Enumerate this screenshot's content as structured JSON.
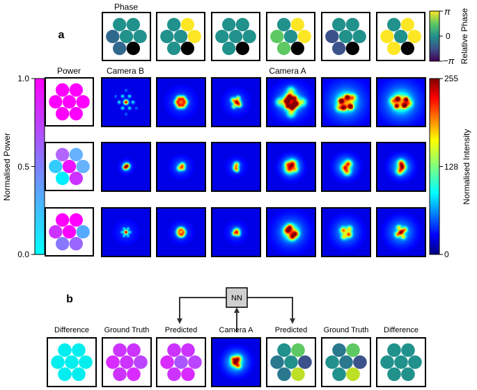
{
  "panel_a": {
    "label": "a",
    "phase_label": "Phase",
    "power_label": "Power",
    "camera_b_label": "Camera B",
    "camera_a_label": "Camera A",
    "phase_rows": [
      [
        "#21918c",
        "#21918c",
        "#21918c",
        "#21918c",
        "#21918c",
        "#21918c",
        "#21918c"
      ],
      [
        "#21918c",
        "#fde725",
        "#21918c",
        "#fde725",
        "#21918c",
        "#fde725",
        "#21918c"
      ],
      [
        "#31688e",
        "#21918c",
        "#21918c",
        "#5ec962",
        "#3b528b",
        "#fde725",
        "#21918c"
      ],
      [
        "#21918c",
        "#21918c",
        "#21918c",
        "#21918c",
        "#21918c",
        "#21918c",
        "#21918c"
      ],
      [
        "#21918c",
        "#fde725",
        "#21918c",
        "#fde725",
        "#21918c",
        "#fde725",
        "#21918c"
      ],
      [
        "#31688e",
        "#21918c",
        "#21918c",
        "#5ec962",
        "#3b528b",
        "#fde725",
        "#21918c"
      ]
    ],
    "power_rows": [
      [
        "#ff00ff",
        "#ff00ff",
        "#ff00ff",
        "#ff00ff",
        "#ff00ff",
        "#ff00ff",
        "#ff00ff"
      ],
      [
        "#b266ff",
        "#66b2ff",
        "#33ccff",
        "#ee11ff",
        "#66b2ff",
        "#00eeff",
        "#cc33ff"
      ],
      [
        "#ff00ff",
        "#ff00ff",
        "#cc33ff",
        "#ff00ff",
        "#55aaff",
        "#8877ff",
        "#9966ff"
      ]
    ],
    "intensity_images": [
      [
        {
          "blobs": [
            [
              0,
              0,
              0.07,
              1.0
            ],
            [
              0.3,
              0,
              0.05,
              0.35
            ],
            [
              -0.3,
              0,
              0.05,
              0.35
            ],
            [
              0.15,
              0.26,
              0.05,
              0.35
            ],
            [
              -0.15,
              0.26,
              0.05,
              0.35
            ],
            [
              0.15,
              -0.26,
              0.05,
              0.35
            ],
            [
              -0.15,
              -0.26,
              0.05,
              0.35
            ],
            [
              0.45,
              0.26,
              0.04,
              0.2
            ],
            [
              -0.45,
              -0.26,
              0.04,
              0.2
            ],
            [
              0,
              0.52,
              0.04,
              0.2
            ],
            [
              0,
              -0.52,
              0.04,
              0.2
            ]
          ]
        },
        {
          "blobs": [
            [
              0,
              0,
              0.1,
              0.35
            ],
            [
              0.18,
              0,
              0.08,
              0.55
            ],
            [
              -0.18,
              0,
              0.08,
              0.55
            ],
            [
              0.09,
              0.16,
              0.08,
              0.55
            ],
            [
              -0.09,
              0.16,
              0.08,
              0.55
            ],
            [
              0.09,
              -0.16,
              0.08,
              0.55
            ],
            [
              -0.09,
              -0.16,
              0.08,
              0.55
            ],
            [
              0,
              0,
              0.4,
              0.12
            ]
          ]
        },
        {
          "blobs": [
            [
              0.03,
              0,
              0.1,
              0.85
            ],
            [
              0.15,
              0.12,
              0.07,
              0.45
            ],
            [
              -0.14,
              -0.1,
              0.07,
              0.4
            ],
            [
              0.1,
              -0.2,
              0.06,
              0.35
            ],
            [
              -0.1,
              0.2,
              0.06,
              0.35
            ],
            [
              0,
              0,
              0.35,
              0.12
            ]
          ]
        },
        {
          "blobs": [
            [
              0,
              0,
              0.22,
              0.55
            ],
            [
              0.22,
              0.08,
              0.09,
              0.75
            ],
            [
              -0.2,
              -0.06,
              0.09,
              0.7
            ],
            [
              0.06,
              0.24,
              0.09,
              0.7
            ],
            [
              -0.08,
              -0.24,
              0.09,
              0.7
            ],
            [
              0.16,
              -0.18,
              0.08,
              0.55
            ],
            [
              -0.16,
              0.18,
              0.08,
              0.55
            ],
            [
              0,
              0,
              0.5,
              0.2
            ],
            [
              0.5,
              0,
              0.12,
              0.35
            ],
            [
              -0.5,
              0,
              0.12,
              0.35
            ],
            [
              0,
              0.5,
              0.12,
              0.35
            ],
            [
              0,
              -0.5,
              0.12,
              0.35
            ]
          ]
        },
        {
          "blobs": [
            [
              0.2,
              0.2,
              0.08,
              0.95
            ],
            [
              -0.22,
              -0.05,
              0.08,
              0.9
            ],
            [
              0.05,
              -0.22,
              0.08,
              0.7
            ],
            [
              -0.1,
              0.25,
              0.08,
              0.75
            ],
            [
              0,
              0,
              0.25,
              0.45
            ],
            [
              0.3,
              -0.2,
              0.1,
              0.45
            ],
            [
              -0.3,
              0.25,
              0.1,
              0.4
            ],
            [
              0,
              0,
              0.6,
              0.2
            ]
          ]
        },
        {
          "blobs": [
            [
              0.15,
              0.15,
              0.07,
              0.95
            ],
            [
              -0.15,
              -0.15,
              0.07,
              0.9
            ],
            [
              0.22,
              -0.12,
              0.07,
              0.75
            ],
            [
              -0.2,
              0.18,
              0.07,
              0.7
            ],
            [
              0,
              0,
              0.25,
              0.45
            ],
            [
              0.35,
              0.05,
              0.1,
              0.4
            ],
            [
              -0.35,
              -0.05,
              0.1,
              0.4
            ],
            [
              0,
              0,
              0.6,
              0.22
            ]
          ]
        }
      ],
      [
        {
          "blobs": [
            [
              0.02,
              -0.02,
              0.09,
              0.8
            ],
            [
              -0.06,
              0.04,
              0.06,
              0.4
            ],
            [
              0.08,
              -0.06,
              0.05,
              0.3
            ],
            [
              0,
              0,
              0.22,
              0.1
            ]
          ]
        },
        {
          "blobs": [
            [
              0.06,
              -0.06,
              0.08,
              0.6
            ],
            [
              -0.06,
              0.06,
              0.08,
              0.5
            ],
            [
              0.1,
              0.08,
              0.06,
              0.35
            ],
            [
              0,
              0,
              0.3,
              0.12
            ]
          ]
        },
        {
          "blobs": [
            [
              0.02,
              -0.1,
              0.08,
              0.55
            ],
            [
              -0.02,
              0.06,
              0.08,
              0.55
            ],
            [
              0.05,
              0.15,
              0.06,
              0.35
            ],
            [
              0,
              0,
              0.28,
              0.1
            ]
          ]
        },
        {
          "blobs": [
            [
              0.06,
              -0.12,
              0.12,
              0.65
            ],
            [
              -0.08,
              0.1,
              0.12,
              0.55
            ],
            [
              0,
              0,
              0.3,
              0.3
            ],
            [
              0.2,
              0.12,
              0.08,
              0.35
            ],
            [
              -0.18,
              -0.12,
              0.08,
              0.35
            ]
          ]
        },
        {
          "blobs": [
            [
              0.1,
              -0.14,
              0.1,
              0.6
            ],
            [
              -0.06,
              0.04,
              0.1,
              0.55
            ],
            [
              0.05,
              0.22,
              0.1,
              0.5
            ],
            [
              0,
              0,
              0.32,
              0.25
            ]
          ]
        },
        {
          "blobs": [
            [
              0.0,
              -0.16,
              0.1,
              0.6
            ],
            [
              0.06,
              0.02,
              0.1,
              0.65
            ],
            [
              -0.06,
              0.2,
              0.1,
              0.5
            ],
            [
              0,
              0,
              0.32,
              0.25
            ]
          ]
        }
      ],
      [
        {
          "blobs": [
            [
              0,
              0,
              0.06,
              0.95
            ],
            [
              0.18,
              0,
              0.04,
              0.25
            ],
            [
              -0.18,
              0,
              0.04,
              0.25
            ],
            [
              0.09,
              0.16,
              0.04,
              0.25
            ],
            [
              -0.09,
              0.16,
              0.04,
              0.25
            ],
            [
              0.09,
              -0.16,
              0.04,
              0.25
            ],
            [
              -0.09,
              -0.16,
              0.04,
              0.25
            ],
            [
              0,
              0,
              0.35,
              0.08
            ]
          ]
        },
        {
          "blobs": [
            [
              0.12,
              0,
              0.07,
              0.5
            ],
            [
              -0.12,
              0,
              0.07,
              0.45
            ],
            [
              0.06,
              0.12,
              0.07,
              0.5
            ],
            [
              -0.06,
              -0.12,
              0.07,
              0.45
            ],
            [
              0.06,
              -0.12,
              0.07,
              0.4
            ],
            [
              -0.06,
              0.12,
              0.07,
              0.45
            ],
            [
              0,
              0,
              0.3,
              0.12
            ]
          ]
        },
        {
          "blobs": [
            [
              0.03,
              -0.03,
              0.09,
              0.7
            ],
            [
              -0.08,
              0.06,
              0.07,
              0.4
            ],
            [
              0.1,
              0.1,
              0.06,
              0.35
            ],
            [
              0,
              0,
              0.3,
              0.1
            ]
          ]
        },
        {
          "blobs": [
            [
              0,
              0,
              0.2,
              0.5
            ],
            [
              0.2,
              0.08,
              0.09,
              0.6
            ],
            [
              -0.18,
              -0.08,
              0.09,
              0.6
            ],
            [
              0.05,
              0.22,
              0.09,
              0.55
            ],
            [
              -0.06,
              -0.22,
              0.09,
              0.55
            ],
            [
              0,
              0,
              0.5,
              0.18
            ]
          ]
        },
        {
          "blobs": [
            [
              0.12,
              0.1,
              0.09,
              0.65
            ],
            [
              -0.12,
              -0.08,
              0.09,
              0.6
            ],
            [
              0.15,
              -0.15,
              0.08,
              0.45
            ],
            [
              -0.1,
              0.2,
              0.08,
              0.45
            ],
            [
              0,
              0,
              0.4,
              0.2
            ]
          ]
        },
        {
          "blobs": [
            [
              0,
              0,
              0.07,
              0.95
            ],
            [
              0.15,
              -0.1,
              0.08,
              0.55
            ],
            [
              -0.15,
              0.1,
              0.08,
              0.55
            ],
            [
              0.1,
              0.2,
              0.07,
              0.45
            ],
            [
              -0.1,
              -0.2,
              0.07,
              0.45
            ],
            [
              0,
              0,
              0.4,
              0.22
            ]
          ]
        }
      ]
    ],
    "colorbar_power": {
      "label": "Normalised Power",
      "ticks": [
        "1.0",
        "0.5",
        "0.0"
      ],
      "from": "#00ffff",
      "to": "#ff00ff"
    },
    "colorbar_intensity": {
      "label": "Normalised Intensity",
      "ticks": [
        "255",
        "128",
        "0"
      ]
    },
    "colorbar_phase": {
      "label": "Relative Phase",
      "ticks": [
        "π",
        "0",
        "−π"
      ]
    }
  },
  "panel_b": {
    "label": "b",
    "nn_label": "NN",
    "titles": [
      "Difference",
      "Ground Truth",
      "Predicted",
      "Camera A",
      "Predicted",
      "Ground Truth",
      "Difference"
    ],
    "circle_sets": [
      [
        "#00eeee",
        "#00eeee",
        "#00eeee",
        "#00eeee",
        "#00eeee",
        "#00eeee",
        "#00eeee"
      ],
      [
        "#cc33ff",
        "#cc33ff",
        "#d92bff",
        "#cc33ff",
        "#bb44ff",
        "#cc33ff",
        "#d92bff"
      ],
      [
        "#cc33ff",
        "#cc33ff",
        "#d92bff",
        "#aa55ff",
        "#bb44ff",
        "#cc33ff",
        "#d92bff"
      ],
      null,
      [
        "#21918c",
        "#5ec962",
        "#2a788e",
        "#21918c",
        "#3b528b",
        "#2a788e",
        "#bddf26"
      ],
      [
        "#2a788e",
        "#5ec962",
        "#21918c",
        "#2a788e",
        "#3b528b",
        "#21918c",
        "#bddf26"
      ],
      [
        "#21918c",
        "#21918c",
        "#21918c",
        "#21918c",
        "#21918c",
        "#21918c",
        "#21918c"
      ]
    ],
    "camera_image": {
      "blobs": [
        [
          0.08,
          -0.14,
          0.1,
          0.65
        ],
        [
          -0.06,
          0.02,
          0.1,
          0.7
        ],
        [
          0.1,
          0.16,
          0.08,
          0.5
        ],
        [
          -0.14,
          -0.16,
          0.07,
          0.4
        ],
        [
          0,
          0,
          0.34,
          0.3
        ]
      ]
    }
  }
}
